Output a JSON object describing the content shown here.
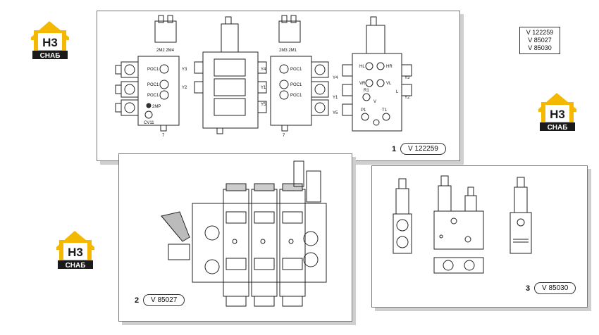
{
  "logo": {
    "text": "CHAБ",
    "mark": "H3",
    "colors": {
      "yellow": "#f5b800",
      "dark": "#1a1a1a"
    }
  },
  "references": [
    "V 122259",
    "V 85027",
    "V 85030"
  ],
  "panel1": {
    "number": "1",
    "code": "V 122259",
    "labels": {
      "top_a": "2M2 2M4",
      "top_b": "2M3 2M1",
      "poc1": "POC1",
      "mp": "2MP",
      "cv": "CV11",
      "seven": "7",
      "y3": "Y3",
      "y4": "Y4",
      "y2": "Y2",
      "y1": "Y1",
      "y5": "Y5",
      "hl": "HL",
      "hr": "HR",
      "vr": "VR",
      "vl": "VL",
      "r1": "R1",
      "p1": "P1",
      "t1": "T1",
      "v": "V",
      "l": "L"
    }
  },
  "panel2": {
    "number": "2",
    "code": "V 85027"
  },
  "panel3": {
    "number": "3",
    "code": "V 85030"
  }
}
